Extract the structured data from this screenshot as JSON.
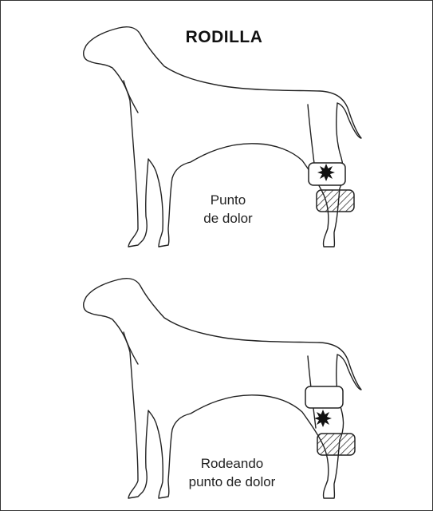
{
  "title": "RODILLA",
  "panels": [
    {
      "caption_line1": "Punto",
      "caption_line2": "de dolor"
    },
    {
      "caption_line1": "Rodeando",
      "caption_line2": "punto de dolor"
    }
  ],
  "colors": {
    "stroke": "#222222",
    "background": "#ffffff"
  }
}
